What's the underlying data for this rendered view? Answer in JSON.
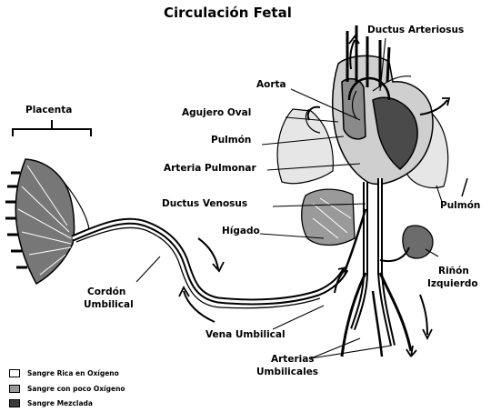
{
  "title": "Circulación Fetal",
  "labels": {
    "ductus_arteriosus": "Ductus Arteriosus",
    "aorta": "Aorta",
    "foramen_ovale": "Agujero Oval",
    "lung_left": "Pulmón",
    "pulmonary_artery": "Arteria Pulmonar",
    "ductus_venosus": "Ductus Venosus",
    "lung_right": "Pulmón",
    "liver": "Hígado",
    "placenta": "Placenta",
    "left_kidney_1": "Riñón",
    "left_kidney_2": "Izquierdo",
    "umbilical_cord_1": "Cordón",
    "umbilical_cord_2": "Umbilical",
    "umbilical_vein": "Vena Umbilical",
    "umbilical_arteries_1": "Arterias",
    "umbilical_arteries_2": "Umbilicales"
  },
  "legend": [
    {
      "label": "Sangre Rica en Oxígeno",
      "swatch_color": "#ffffff"
    },
    {
      "label": "Sangre con poco Oxígeno",
      "swatch_color": "#9a9a9a"
    },
    {
      "label": "Sangre Mezclada",
      "swatch_color": "#3a3a3a"
    }
  ]
}
